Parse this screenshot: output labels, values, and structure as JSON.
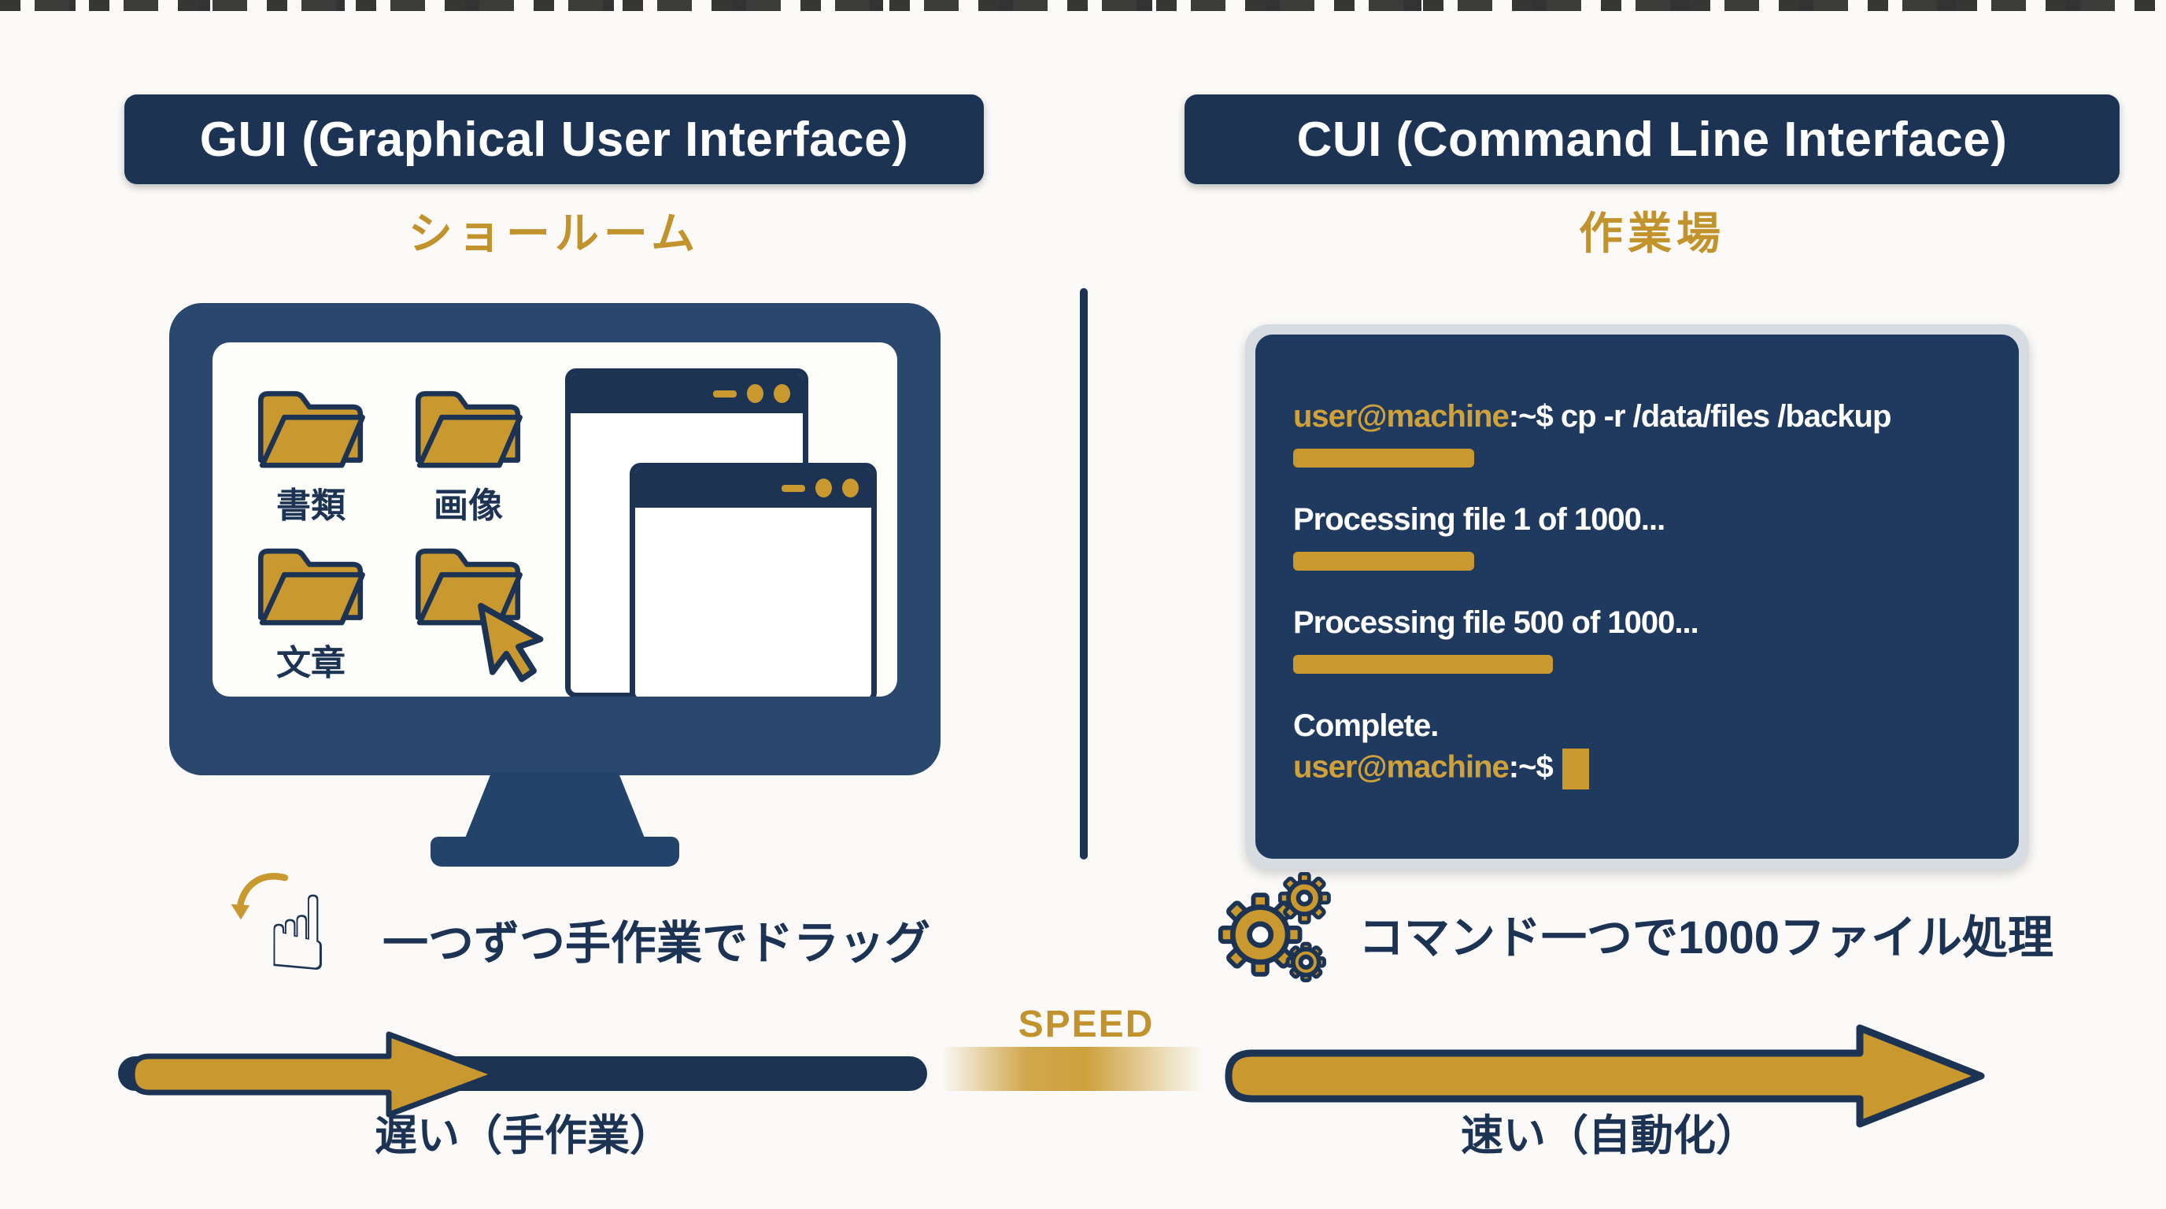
{
  "left_panel": {
    "header": "GUI (Graphical User Interface)",
    "metaphor_label": "ショールーム",
    "monitor": {
      "folders": [
        {
          "label": "書類"
        },
        {
          "label": "画像"
        },
        {
          "label": "文章"
        },
        {
          "label": ""
        }
      ]
    },
    "caption": "一つずつ手作業でドラッグ",
    "arrow_label": "遅い（手作業）"
  },
  "right_panel": {
    "header": "CUI (Command Line Interface)",
    "metaphor_label": "作業場",
    "terminal": {
      "prompt_user": "user@machine",
      "prompt_path": ":~$",
      "command": " cp -r /data/files /backup",
      "output_line_1": "Processing file 1 of 1000...",
      "output_line_2": "Processing file 500 of 1000...",
      "output_complete": "Complete."
    },
    "caption": "コマンド一つで1000ファイル処理",
    "arrow_label": "速い（自動化）"
  },
  "center": {
    "speed_label": "SPEED"
  },
  "icons": {
    "hand_glyph": "☝",
    "hand": "pointing-hand-icon",
    "curved_arrow": "curved-arrow-icon",
    "gears": "gears-icon",
    "cursor": "mouse-cursor-icon",
    "folder": "folder-icon"
  },
  "colors": {
    "navy": "#1d3354",
    "monitor_navy": "#2a486d",
    "gold": "#c9992f",
    "terminal_bg": "#1f3a5e",
    "terminal_frame": "#d6dce1",
    "background": "#fbfaf8"
  }
}
